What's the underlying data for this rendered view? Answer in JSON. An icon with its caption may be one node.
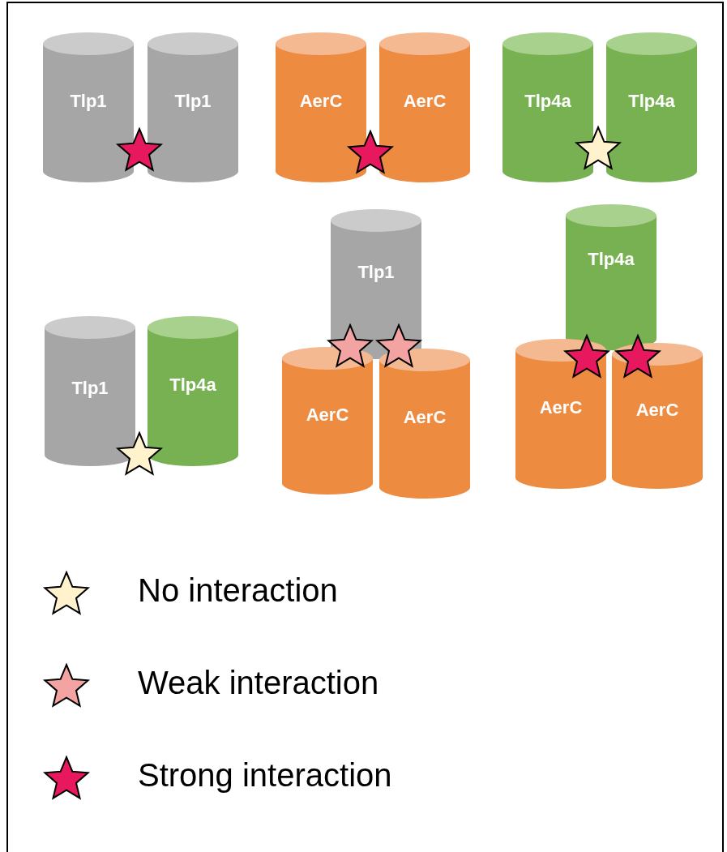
{
  "diagram": {
    "nodes": [
      {
        "text": [
          "Tlp1"
        ]
      },
      {
        "text": [
          "Tlp1"
        ]
      },
      {
        "text": [
          "AerC"
        ]
      },
      {
        "text": [
          "AerC"
        ]
      },
      {
        "text": [
          "Tlp4a"
        ]
      },
      {
        "text": [
          "Tlp4a"
        ]
      },
      {
        "text": [
          "Tlp1"
        ]
      },
      {
        "text": [
          "Tlp4a"
        ]
      },
      {
        "text": [
          "Tlp1"
        ]
      },
      {
        "text": [
          "AerC"
        ]
      },
      {
        "text": [
          "AerC"
        ]
      },
      {
        "text": [
          "Tlp4a"
        ]
      },
      {
        "text": [
          "AerC"
        ]
      },
      {
        "text": [
          "AerC"
        ]
      },
      {
        "text": [],
        "shape": "star"
      },
      {
        "text": [],
        "shape": "star"
      },
      {
        "text": [],
        "shape": "star"
      },
      {
        "text": [],
        "shape": "star"
      },
      {
        "text": [],
        "shape": "star"
      },
      {
        "text": [],
        "shape": "star"
      },
      {
        "text": [],
        "shape": "star"
      },
      {
        "text": [],
        "shape": "star"
      }
    ],
    "legend": [
      {
        "text": "No interaction"
      },
      {
        "text": "Weak interaction"
      },
      {
        "text": "Strong interaction"
      }
    ]
  }
}
